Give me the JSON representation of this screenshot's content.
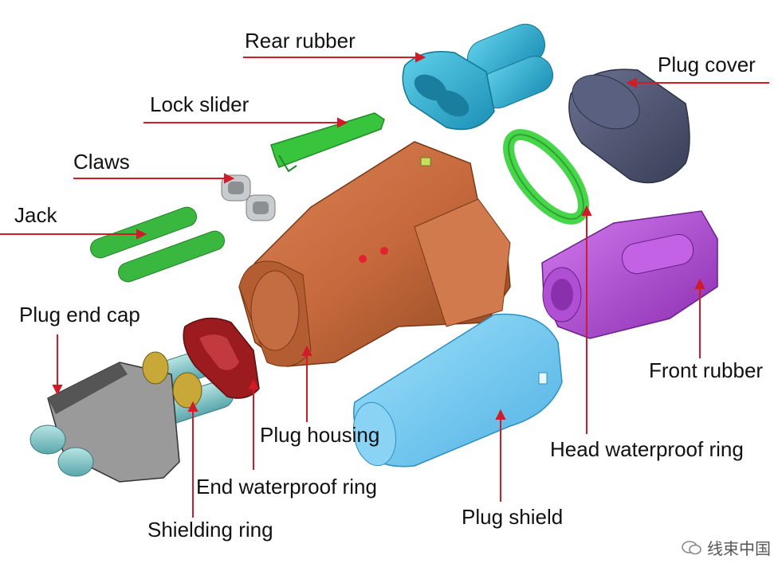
{
  "labels": {
    "rear_rubber": "Rear rubber",
    "plug_cover": "Plug cover",
    "lock_slider": "Lock slider",
    "claws": "Claws",
    "jack": "Jack",
    "plug_end_cap": "Plug end cap",
    "front_rubber": "Front rubber",
    "plug_housing": "Plug housing",
    "head_waterproof_ring": "Head waterproof ring",
    "end_waterproof_ring": "End waterproof ring",
    "shielding_ring": "Shielding ring",
    "plug_shield": "Plug shield"
  },
  "watermark": "线束中国",
  "colors": {
    "leader_line": "#d01c28",
    "rear_rubber": "#2fb4d6",
    "plug_cover": "#4c5370",
    "lock_slider": "#38c43c",
    "claws": "#b9bcbf",
    "jack": "#3ab73f",
    "plug_end_cap": "#4a4a4a",
    "front_rubber": "#b44bd4",
    "plug_housing": "#c66a3d",
    "head_waterproof_ring": "#47d64a",
    "end_waterproof_ring": "#9b1b1e",
    "shielding_ring": "#b99a2a",
    "plug_shield": "#6cc9f2"
  }
}
